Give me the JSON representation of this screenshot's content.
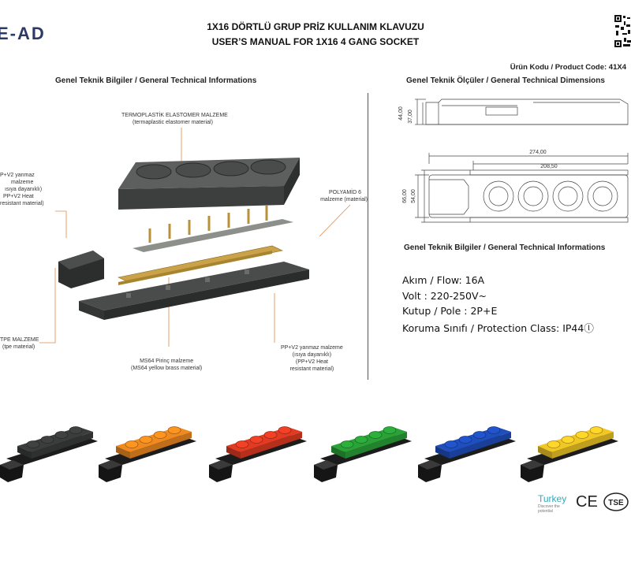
{
  "brand": {
    "logo_text": "E-AD"
  },
  "header": {
    "title_tr": "1X16 DÖRTLÜ GRUP PRİZ KULLANIM KLAVUZU",
    "title_en": "USER’S MANUAL FOR 1X16 4 GANG SOCKET",
    "product_code": "Ürün Kodu / Product Code: 41X4"
  },
  "left_section": {
    "heading": "Genel Teknik Bilgiler / General Technical Informations",
    "labels": {
      "tpe_elastomer_tr": "TERMOPLASTİK ELASTOMER MALZEME",
      "tpe_elastomer_en": "(termaplastic elastomer material)",
      "pp_top_1": "P+V2 yanmaz",
      "pp_top_2": "malzeme",
      "pp_top_3": "ısıya dayanıklı)",
      "pp_top_4": "PP+V2 Heat",
      "pp_top_5": "resistant material)",
      "polyamid_1": "POLYAMİD 6",
      "polyamid_2": "malzeme (material)",
      "tpe_1": "TPE MALZEME",
      "tpe_2": "(tpe material)",
      "ms64_1": "MS64 Pirinç malzeme",
      "ms64_2": "(MS64 yellow brass material)",
      "pp_bottom_1": "PP+V2 yanmaz malzeme",
      "pp_bottom_2": "(ısıya dayanıklı)",
      "pp_bottom_3": "(PP+V2 Heat",
      "pp_bottom_4": "resistant material)"
    }
  },
  "right_section": {
    "dims_heading": "Genel Teknik Ölçüler / General Technical Dimensions",
    "dims": {
      "h1": "44,00",
      "h2": "37,00",
      "len_total": "274,00",
      "len_inner": "208,50",
      "w1": "54,00",
      "w2": "66,00"
    },
    "tech_heading": "Genel Teknik Bilgiler / General Technical Informations",
    "specs": [
      "Akım / Flow: 16A",
      "Volt : 220-250V~",
      "Kutup / Pole : 2P+E",
      "Koruma Sınıfı / Protection Class: IP44ⓛ"
    ]
  },
  "variants": [
    {
      "name": "black",
      "color": "#3a3d3b"
    },
    {
      "name": "orange",
      "color": "#f08a1f"
    },
    {
      "name": "red",
      "color": "#e23b22"
    },
    {
      "name": "green",
      "color": "#2aa238"
    },
    {
      "name": "blue",
      "color": "#1f4fbf"
    },
    {
      "name": "yellow",
      "color": "#f1c726"
    }
  ],
  "certifications": {
    "turkey": "Turkey",
    "turkey_sub": "Discover the potential",
    "ce": "CE",
    "tse": "TSE"
  },
  "colors": {
    "leader": "#e08a4a",
    "brand": "#2b3a67"
  }
}
